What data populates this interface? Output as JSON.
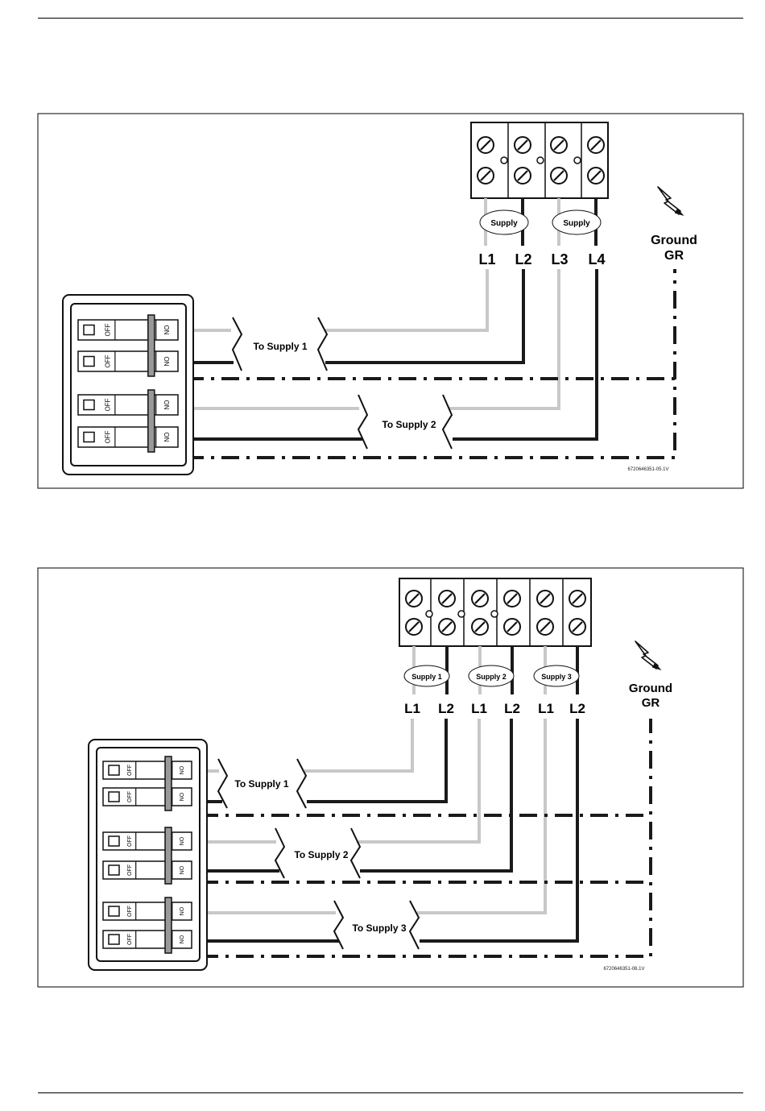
{
  "diagram1": {
    "supply_ovals": [
      "Supply",
      "Supply"
    ],
    "line_labels": [
      "L1",
      "L2",
      "L3",
      "L4"
    ],
    "ground_label": [
      "Ground",
      "GR"
    ],
    "feeds": [
      "To Supply 1",
      "To Supply 2"
    ],
    "breaker_off": "OFF",
    "breaker_on": "ON",
    "ref_code": "6720646351-05.1V"
  },
  "diagram2": {
    "supply_ovals": [
      "Supply 1",
      "Supply 2",
      "Supply 3"
    ],
    "line_labels": [
      "L1",
      "L2",
      "L1",
      "L2",
      "L1",
      "L2"
    ],
    "ground_label": [
      "Ground",
      "GR"
    ],
    "feeds": [
      "To Supply 1",
      "To Supply 2",
      "To Supply 3"
    ],
    "breaker_off": "OFF",
    "breaker_on": "ON",
    "ref_code": "6720646351-06.1V"
  },
  "colors": {
    "live_wire": "#c8c8c8",
    "neutral_wire": "#1a1a1a",
    "ground_wire": "#1a1a1a",
    "breaker_bar": "#999999"
  }
}
